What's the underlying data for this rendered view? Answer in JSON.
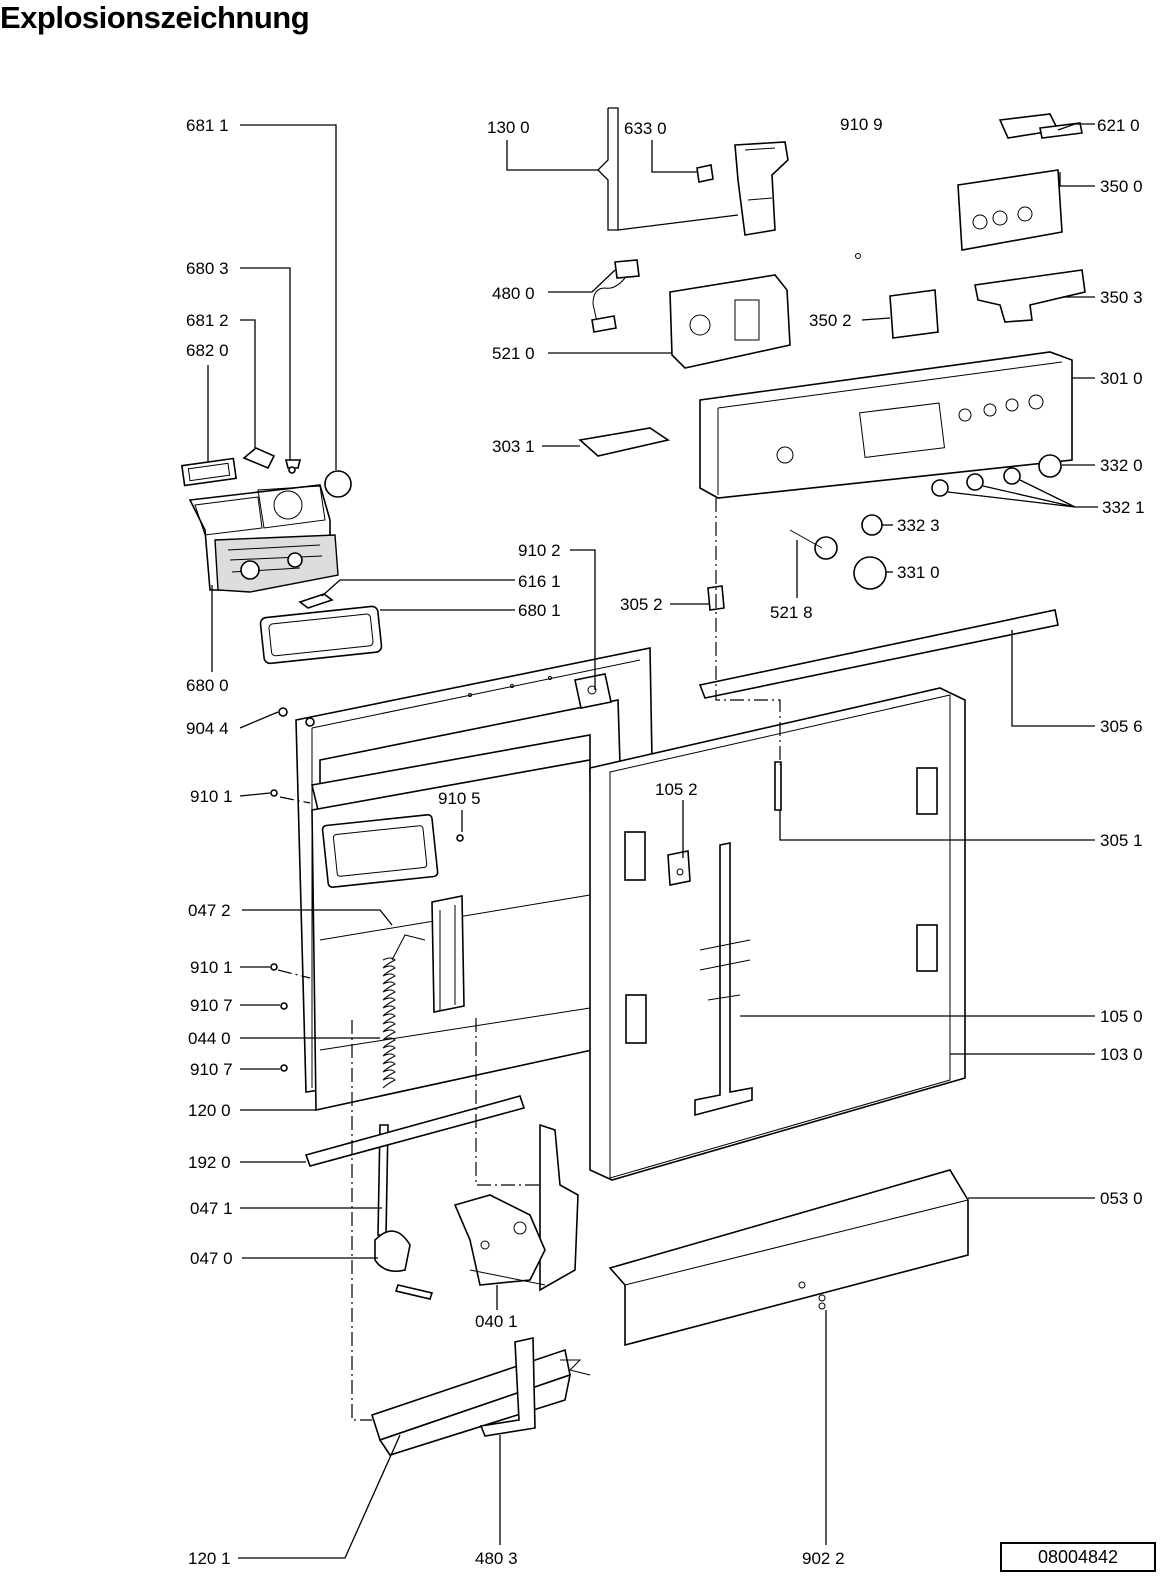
{
  "title": "Explosionszeichnung",
  "drawing_number": "08004842",
  "labels": {
    "p6811": "681 1",
    "p6803": "680 3",
    "p6812": "681 2",
    "p6820": "682 0",
    "p6161": "616 1",
    "p6801": "680 1",
    "p6800": "680 0",
    "p9102": "910 2",
    "p9044": "904 4",
    "p9101a": "910 1",
    "p9105": "910 5",
    "p0472": "047 2",
    "p9101b": "910 1",
    "p9107a": "910 7",
    "p0440": "044 0",
    "p9107b": "910 7",
    "p1200": "120 0",
    "p1920": "192 0",
    "p0471": "047 1",
    "p0470": "047 0",
    "p0401": "040 1",
    "p1201": "120 1",
    "p4803": "480 3",
    "p9022": "902 2",
    "p1300": "130 0",
    "p6330": "633 0",
    "p9109": "910 9",
    "p6210": "621 0",
    "p3500": "350 0",
    "p4800": "480 0",
    "p5210": "521 0",
    "p3502": "350 2",
    "p3503": "350 3",
    "p3010": "301 0",
    "p3031": "303 1",
    "p3320": "332 0",
    "p3321": "332 1",
    "p3323": "332 3",
    "p3310": "331 0",
    "p5218": "521 8",
    "p3052": "305 2",
    "p3056": "305 6",
    "p1052": "105 2",
    "p3051": "305 1",
    "p1050": "105 0",
    "p1030": "103 0",
    "p0530": "053 0"
  }
}
